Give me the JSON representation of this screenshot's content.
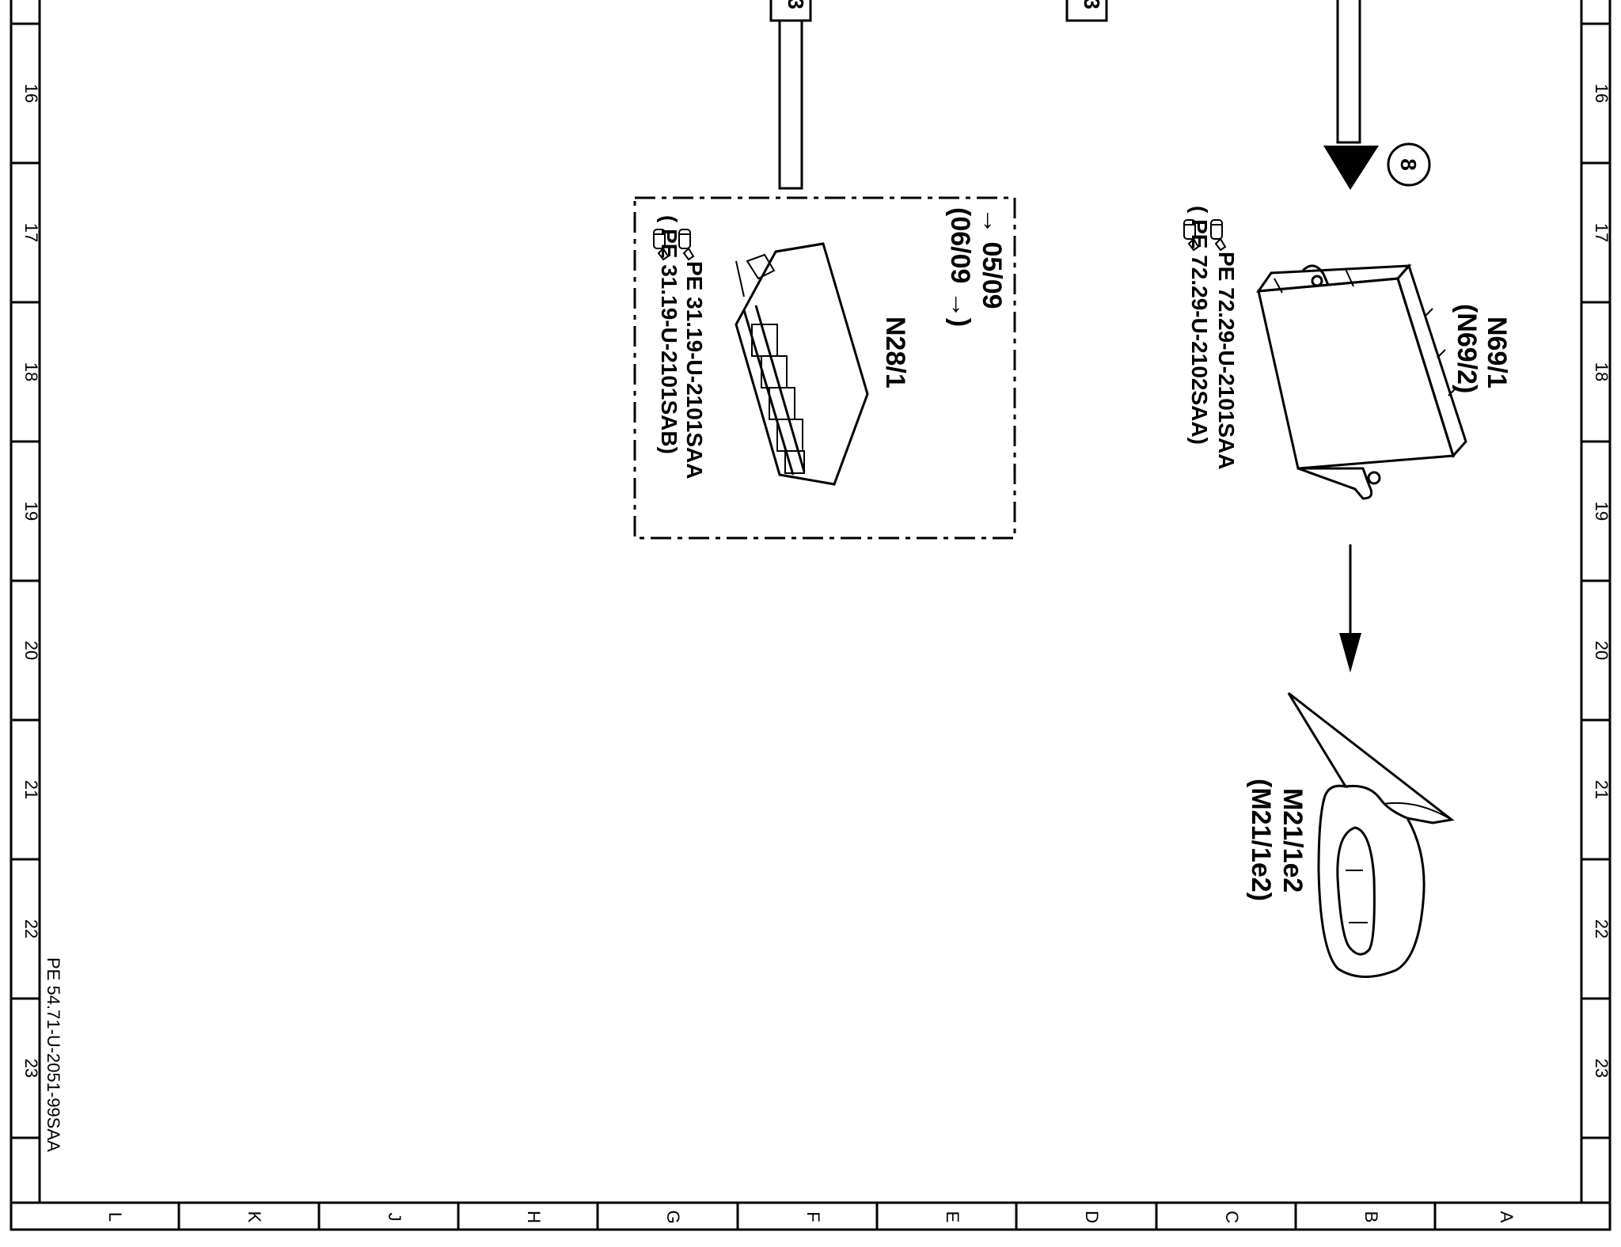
{
  "frame": {
    "row_zones": [
      "16",
      "17",
      "18",
      "19",
      "20",
      "21",
      "22",
      "23"
    ],
    "column_zones": [
      "L",
      "K",
      "J",
      "H",
      "G",
      "F",
      "E",
      "D",
      "C",
      "B",
      "A"
    ]
  },
  "document_ref": "PE 54.71-U-2051-99SAA",
  "components": {
    "n28": {
      "id": "N28/1",
      "validity_from": "→ 05/09",
      "validity_to": "(06/09 →)",
      "ref_1": "PE 31.19-U-2101SAA",
      "ref_2": "( PE 31.19-U-2101SAB)"
    },
    "n69": {
      "id_1": "N69/1",
      "id_2": "(N69/2)",
      "ref_1": "PE 72.29-U-2101SAA",
      "ref_2": "( PE 72.29-U-2102SAA)"
    },
    "m21": {
      "id_1": "M21/1e2",
      "id_2": "(M21/1e2)"
    },
    "callout": "8"
  },
  "icons": [
    "pointing-hand-icon",
    "arrow-down-icon"
  ]
}
